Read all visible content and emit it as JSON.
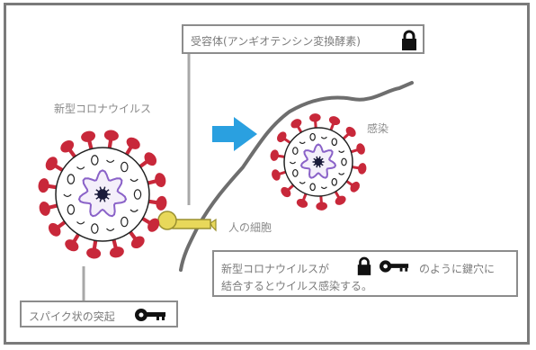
{
  "receptor": {
    "label": "受容体(アンギオテンシン変換酵素)",
    "icon": "padlock-icon"
  },
  "virus": {
    "label": "新型コロナウイルス"
  },
  "spike": {
    "label": "スパイク状の突起",
    "icon": "key-icon"
  },
  "infection": {
    "label": "感染"
  },
  "cell": {
    "label": "人の細胞"
  },
  "caption": {
    "line1_prefix": "新型コロナウイルスが",
    "line1_suffix": "のように鍵穴に",
    "line2": "結合するとウイルス感染する。",
    "icons": [
      "padlock-icon",
      "key-icon"
    ]
  },
  "colors": {
    "spike": "#c8283a",
    "inner": "#8a62c8",
    "arrow": "#2aa0e0",
    "key": "#e8d85a",
    "membrane": "#6e6e6e"
  }
}
